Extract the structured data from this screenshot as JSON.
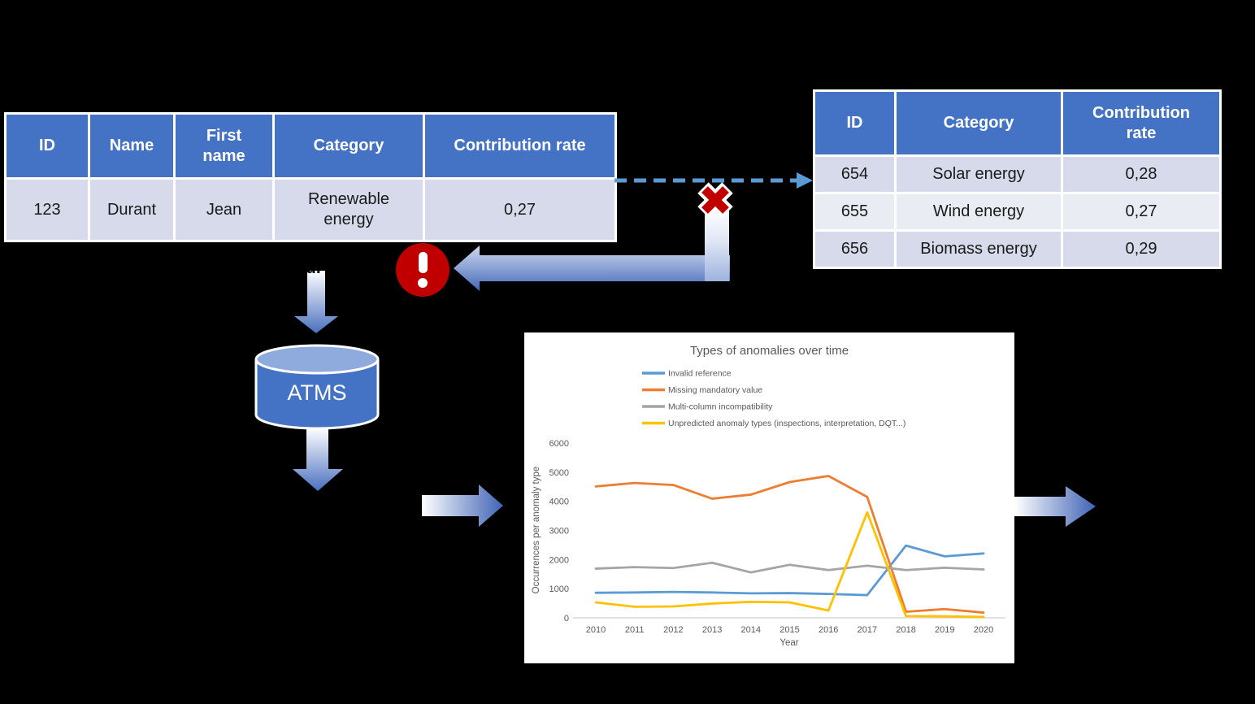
{
  "source_table": {
    "headers": [
      "ID",
      "Name",
      "First name",
      "Category",
      "Contribution rate"
    ],
    "rows": [
      [
        "123",
        "Durant",
        "Jean",
        "Renewable energy",
        "0,27"
      ]
    ]
  },
  "reference_table": {
    "headers": [
      "ID",
      "Category",
      "Contribution rate"
    ],
    "rows": [
      [
        "654",
        "Solar energy",
        "0,28"
      ],
      [
        "655",
        "Wind energy",
        "0,27"
      ],
      [
        "656",
        "Biomass energy",
        "0,29"
      ]
    ]
  },
  "database": {
    "label": "ATMS"
  },
  "text_fragment": "ul",
  "colors": {
    "table_header_bg": "#4472C4",
    "table_row_bg": "#D7DAEA",
    "table_row_alt_bg": "#EAECF4",
    "dashed_link_blue": "#5B9BD5",
    "error_red": "#C00000",
    "arrow_blue_dark": "#4468B8",
    "cylinder_body": "#4472C4",
    "cylinder_top": "#8FAADC"
  },
  "chart_data": {
    "type": "line",
    "title": "Types of anomalies over time",
    "xlabel": "Year",
    "ylabel": "Occurrences per anomaly type",
    "x": [
      2010,
      2011,
      2012,
      2013,
      2014,
      2015,
      2016,
      2017,
      2018,
      2019,
      2020
    ],
    "ylim": [
      0,
      6000
    ],
    "yticks": [
      0,
      1000,
      2000,
      3000,
      4000,
      5000,
      6000
    ],
    "grid": false,
    "legend_position": "top-left-stacked",
    "series": [
      {
        "name": "Invalid reference",
        "color": "#5B9BD5",
        "values": [
          860,
          870,
          890,
          870,
          840,
          850,
          820,
          780,
          2480,
          2110,
          2210
        ]
      },
      {
        "name": "Missing mandatory value",
        "color": "#ED7D31",
        "values": [
          4510,
          4630,
          4560,
          4090,
          4230,
          4660,
          4870,
          4150,
          210,
          300,
          180
        ]
      },
      {
        "name": "Multi-column incompatibility",
        "color": "#A5A5A5",
        "values": [
          1690,
          1740,
          1710,
          1890,
          1560,
          1820,
          1640,
          1790,
          1640,
          1720,
          1660
        ]
      },
      {
        "name": "Unpredicted anomaly types (inspections, interpretation, DQT...)",
        "color": "#FFC000",
        "values": [
          530,
          380,
          390,
          490,
          550,
          530,
          250,
          3620,
          60,
          50,
          30
        ]
      }
    ]
  }
}
